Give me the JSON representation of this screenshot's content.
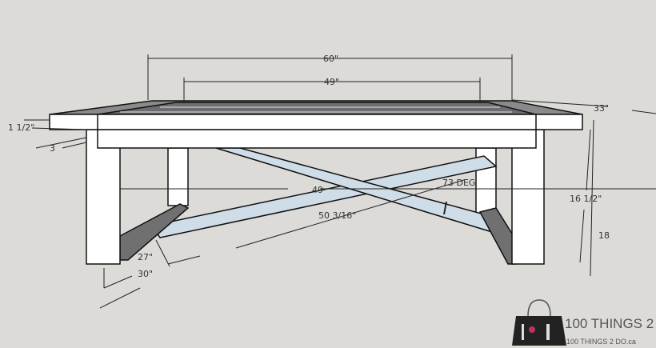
{
  "dimensions": {
    "overall_length": "60\"",
    "inner_length": "49\"",
    "depth": "33\"",
    "top_thickness": "1 1/2\"",
    "leg_width": "3",
    "leg_height": "16 1/2\"",
    "total_height": "18",
    "stretcher_span": "49",
    "brace_angle": "73 DEG",
    "brace_length": "50 3/16\"",
    "inner_depth": "27\"",
    "outer_depth": "30\""
  },
  "logo": {
    "line1": "100 THINGS 2",
    "line2": "100 THINGS 2 DO.ca"
  },
  "colors": {
    "background": "#dcdbd7",
    "brace": "#cfdde8",
    "stretcher": "#707070",
    "wood": "#ffffff",
    "accent": "#c0325a"
  }
}
